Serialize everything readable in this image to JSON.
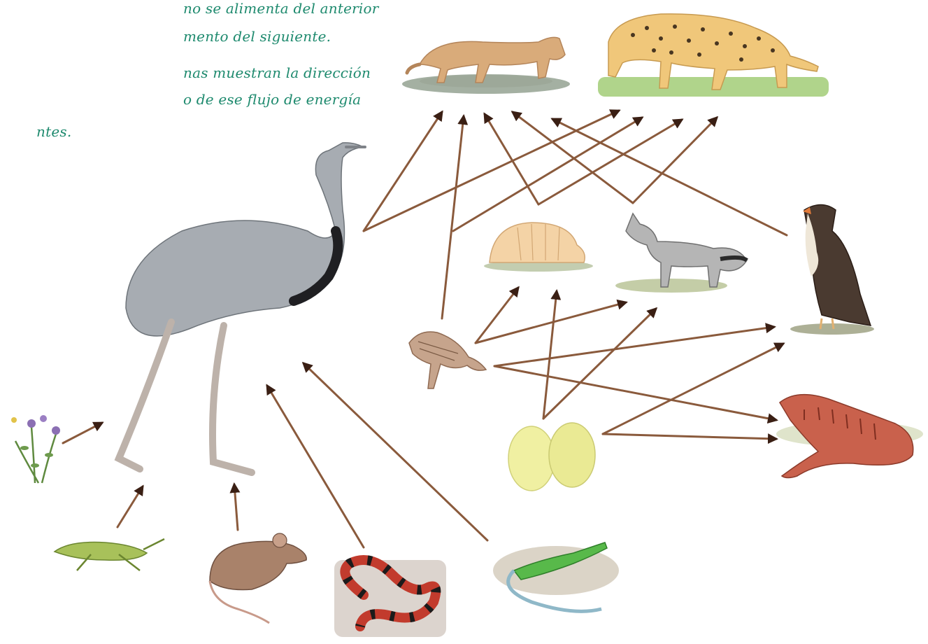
{
  "caption": {
    "lines": [
      "no se alimenta del anterior",
      "mento del siguiente.",
      "nas muestran la dirección",
      "o de ese flujo de energía",
      "ntes."
    ]
  },
  "organisms": [
    {
      "id": "puma",
      "icon": "puma-icon"
    },
    {
      "id": "jaguar",
      "icon": "jaguar-icon"
    },
    {
      "id": "rhea",
      "icon": "rhea-icon"
    },
    {
      "id": "armadillo",
      "icon": "armadillo-icon"
    },
    {
      "id": "fox",
      "icon": "fox-icon"
    },
    {
      "id": "caracara",
      "icon": "caracara-icon"
    },
    {
      "id": "chick",
      "icon": "rhea-chick-icon"
    },
    {
      "id": "eggs",
      "icon": "eggs-icon"
    },
    {
      "id": "tegu",
      "icon": "tegu-lizard-icon"
    },
    {
      "id": "plant",
      "icon": "alfalfa-plant-icon"
    },
    {
      "id": "grasshopper",
      "icon": "grasshopper-icon"
    },
    {
      "id": "mouse",
      "icon": "mouse-icon"
    },
    {
      "id": "snake",
      "icon": "coral-snake-icon"
    },
    {
      "id": "lizard",
      "icon": "green-lizard-icon"
    }
  ],
  "links": [
    {
      "from": "plant",
      "to": "rhea"
    },
    {
      "from": "grasshopper",
      "to": "rhea"
    },
    {
      "from": "mouse",
      "to": "rhea"
    },
    {
      "from": "snake",
      "to": "rhea"
    },
    {
      "from": "lizard",
      "to": "rhea"
    },
    {
      "from": "rhea",
      "to": "puma"
    },
    {
      "from": "rhea",
      "to": "jaguar"
    },
    {
      "from": "chick",
      "to": "puma"
    },
    {
      "from": "chick",
      "to": "jaguar"
    },
    {
      "from": "armadillo",
      "to": "puma"
    },
    {
      "from": "armadillo",
      "to": "jaguar"
    },
    {
      "from": "fox",
      "to": "puma"
    },
    {
      "from": "fox",
      "to": "jaguar"
    },
    {
      "from": "caracara",
      "to": "puma"
    },
    {
      "from": "chick",
      "to": "armadillo"
    },
    {
      "from": "chick",
      "to": "fox"
    },
    {
      "from": "chick",
      "to": "caracara"
    },
    {
      "from": "chick",
      "to": "tegu"
    },
    {
      "from": "eggs",
      "to": "armadillo"
    },
    {
      "from": "eggs",
      "to": "fox"
    },
    {
      "from": "eggs",
      "to": "caracara"
    },
    {
      "from": "eggs",
      "to": "tegu"
    }
  ],
  "colors": {
    "caption": "#1e8a6e",
    "arrow": "#8a5a3c",
    "arrowhead": "#3a1f14"
  }
}
